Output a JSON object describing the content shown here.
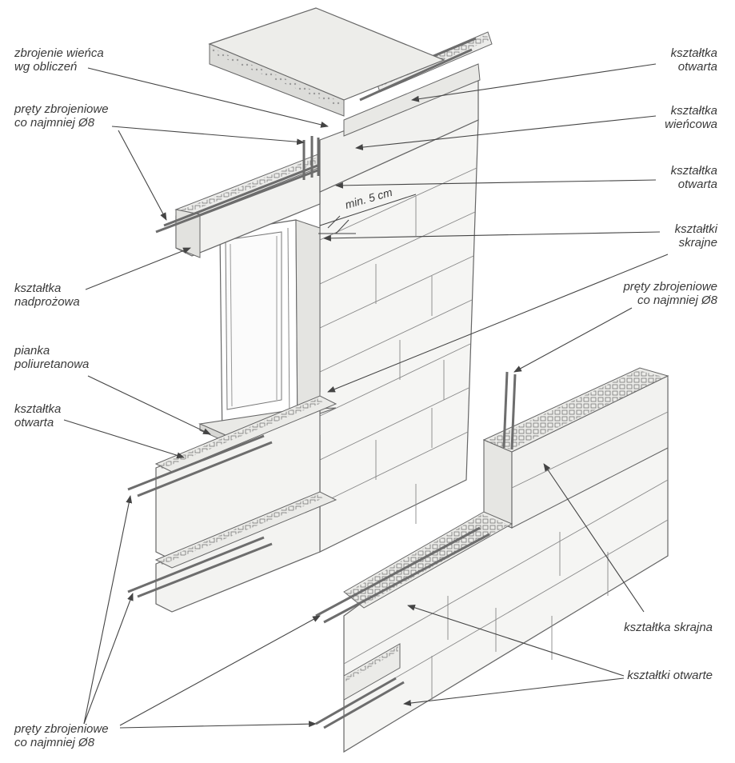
{
  "labels": {
    "zbrojenie_wienca": [
      "zbrojenie wieńca",
      "wg obliczeń"
    ],
    "prety_top_left": [
      "pręty zbrojeniowe",
      "co najmniej Ø8"
    ],
    "ksztaltka_nadprozowa": [
      "kształtka",
      "nadprożowa"
    ],
    "pianka": [
      "pianka",
      "poliuretanowa"
    ],
    "ksztaltka_otwarta_left": [
      "kształtka",
      "otwarta"
    ],
    "prety_bottom_left": [
      "pręty zbrojeniowe",
      "co najmniej Ø8"
    ],
    "ksztaltka_otwarta_top_right": [
      "kształtka",
      "otwarta"
    ],
    "ksztaltka_wiencowa": [
      "kształtka",
      "wieńcowa"
    ],
    "ksztaltka_otwarta_mid_right": [
      "kształtka",
      "otwarta"
    ],
    "ksztaltki_skrajne": [
      "kształtki",
      "skrajne"
    ],
    "prety_right": [
      "pręty zbrojeniowe",
      "co najmniej Ø8"
    ],
    "ksztaltka_skrajna": [
      "kształtka skrajna"
    ],
    "ksztaltki_otwarte": [
      "kształtki otwarte"
    ]
  },
  "dimension": "min. 5 cm",
  "colors": {
    "line": "#555555",
    "block_face": "#f4f4f2",
    "block_side": "#e6e6e3",
    "block_top": "#eeeeeb",
    "rebar": "#6d6d6d",
    "slab": "#d9d9d6"
  }
}
